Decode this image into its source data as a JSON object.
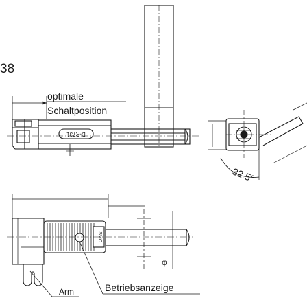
{
  "labels": {
    "fragment": "38",
    "optimal_line1": "optimale",
    "optimal_line2": "Schaltposition",
    "model": "D-R731",
    "angle": "32.5°",
    "brand": "SMC",
    "indicator": "Betriebsanzeige",
    "arm": "Arm",
    "diameter": "φ"
  }
}
